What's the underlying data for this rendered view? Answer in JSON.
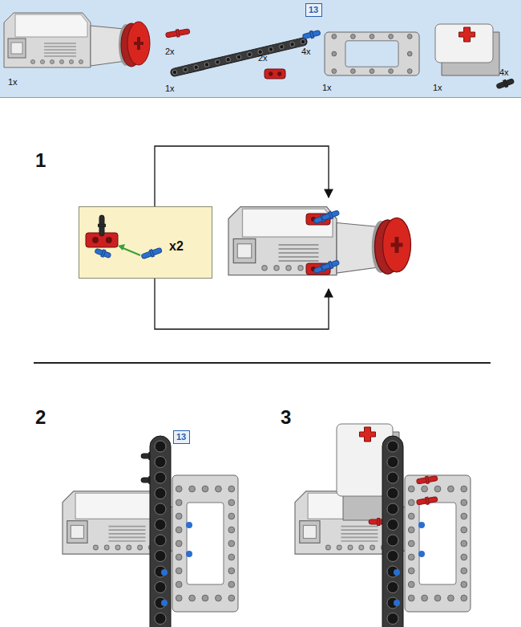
{
  "diagram": {
    "nodes": [
      {
        "text": [
          "1x",
          "2x",
          "1x",
          "4x",
          "2x",
          "1x",
          "1x",
          "4x"
        ]
      },
      {
        "text": [
          "13"
        ],
        "in": 0
      },
      {
        "text": [
          "x2"
        ]
      },
      {
        "text": [
          "13"
        ]
      }
    ],
    "labels": [
      "1",
      "2",
      "3"
    ]
  }
}
